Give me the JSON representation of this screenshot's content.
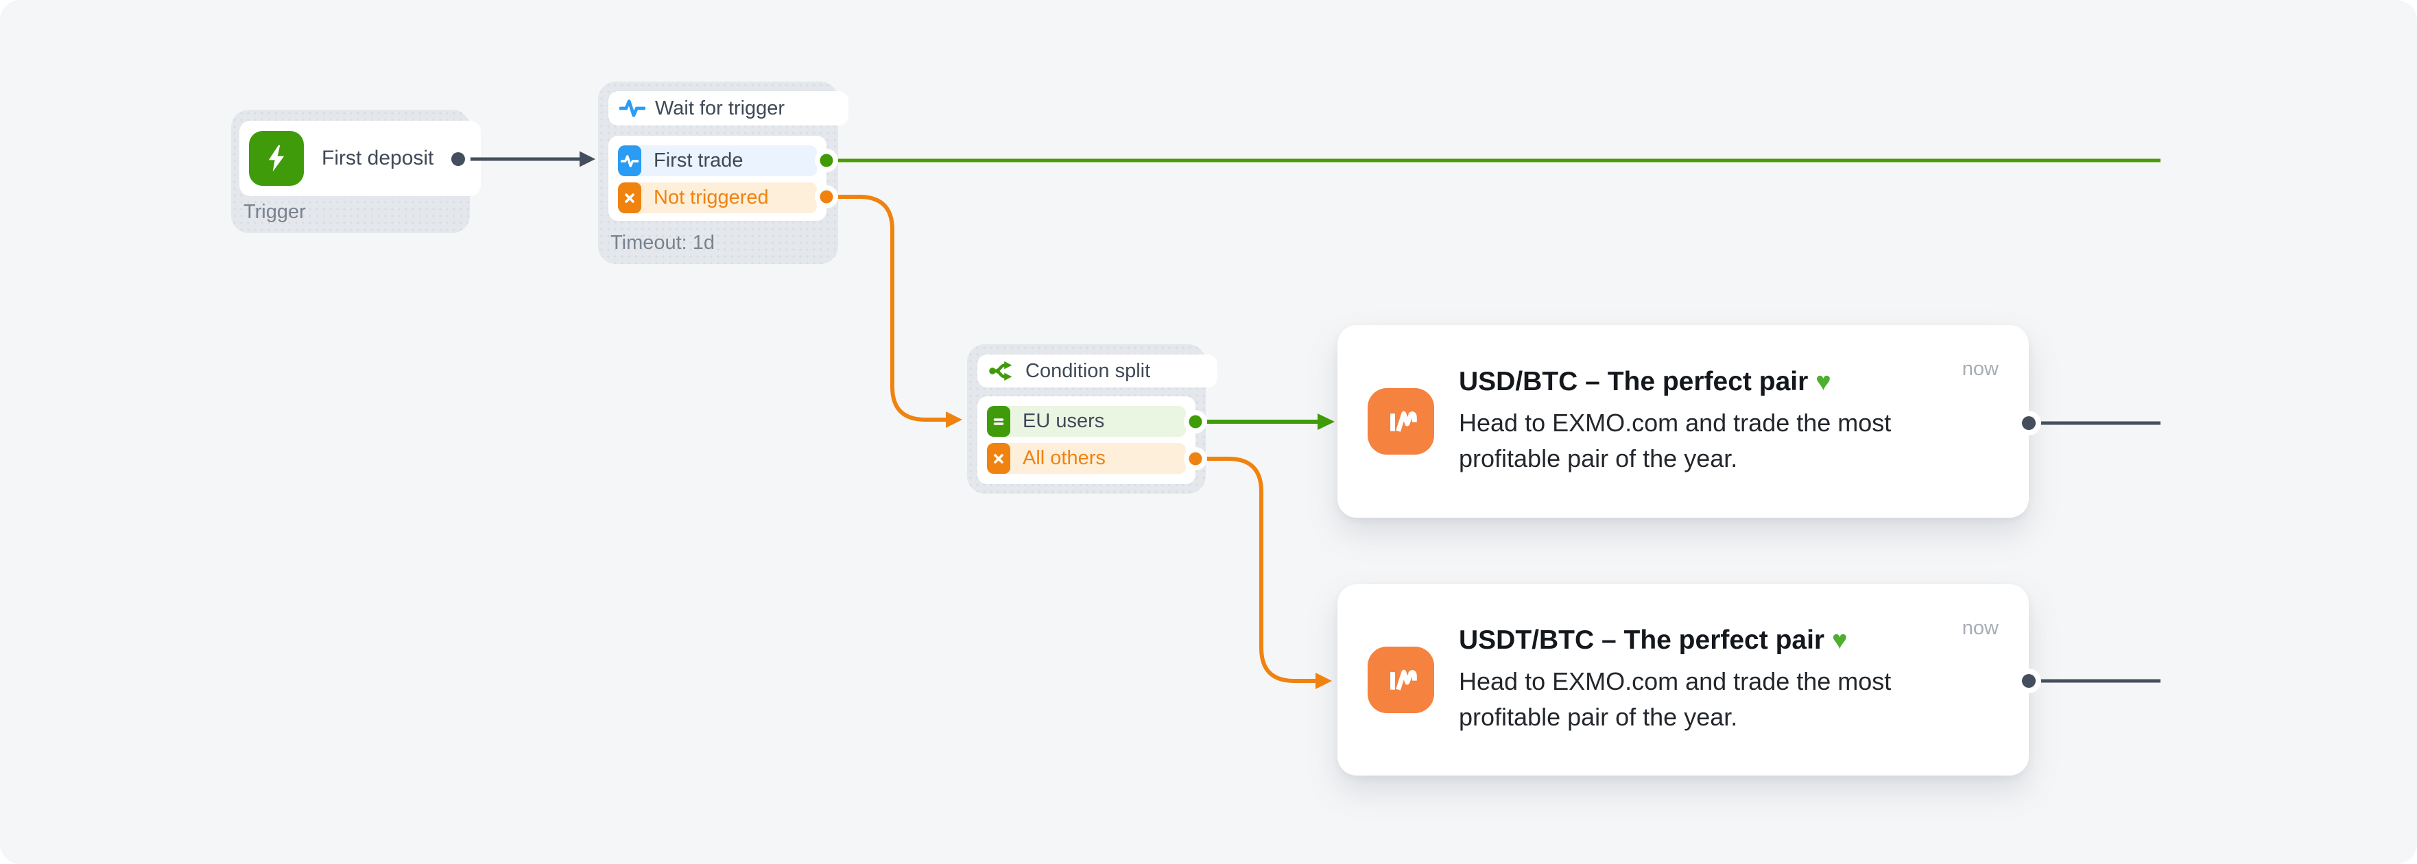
{
  "flow": {
    "trigger_node": {
      "title": "First deposit",
      "category": "Trigger"
    },
    "wait_node": {
      "title": "Wait for trigger",
      "branches": [
        {
          "label": "First trade"
        },
        {
          "label": "Not triggered"
        }
      ],
      "timeout": "Timeout: 1d"
    },
    "split_node": {
      "title": "Condition split",
      "branches": [
        {
          "label": "EU users"
        },
        {
          "label": "All others"
        }
      ]
    }
  },
  "messages": [
    {
      "title": "USD/BTC – The perfect pair",
      "heart": "♥",
      "body": "Head to EXMO.com and trade the most profitable pair of the year.",
      "time": "now"
    },
    {
      "title": "USDT/BTC – The perfect pair",
      "heart": "♥",
      "body": "Head to EXMO.com and trade the most profitable pair of the year.",
      "time": "now"
    }
  ],
  "colors": {
    "canvas_bg": "#f5f6f7",
    "node_container": "#e4e7eb",
    "green": "#3f9b0a",
    "green_line": "#4a9c05",
    "blue": "#2b9cf3",
    "orange": "#f0820f",
    "slate_line": "#454e5c",
    "text_dark": "#3f4957",
    "text_gray": "#79828e",
    "logo_orange": "#f5823e",
    "row_blue_bg": "#eaf3fe",
    "row_green_bg": "#eaf5e2",
    "row_orange_bg": "#fdefda"
  }
}
